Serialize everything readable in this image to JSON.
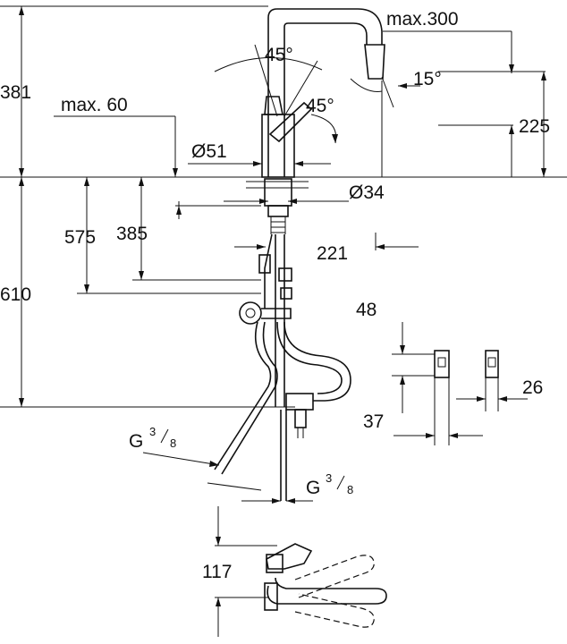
{
  "dimensions": {
    "h381": "381",
    "max300": "max.300",
    "a45_top": "45°",
    "a15": "15°",
    "a45_mid": "45°",
    "max60": "max. 60",
    "h225": "225",
    "d51": "Ø51",
    "d34": "Ø34",
    "h575": "575",
    "h385": "385",
    "w221": "221",
    "h610": "610",
    "w48": "48",
    "w26": "26",
    "w37": "37",
    "g_left_base": "G",
    "g_left_num": "3",
    "g_left_den": "8",
    "g_right_base": "G",
    "g_right_num": "3",
    "g_right_den": "8",
    "h117": "117"
  }
}
